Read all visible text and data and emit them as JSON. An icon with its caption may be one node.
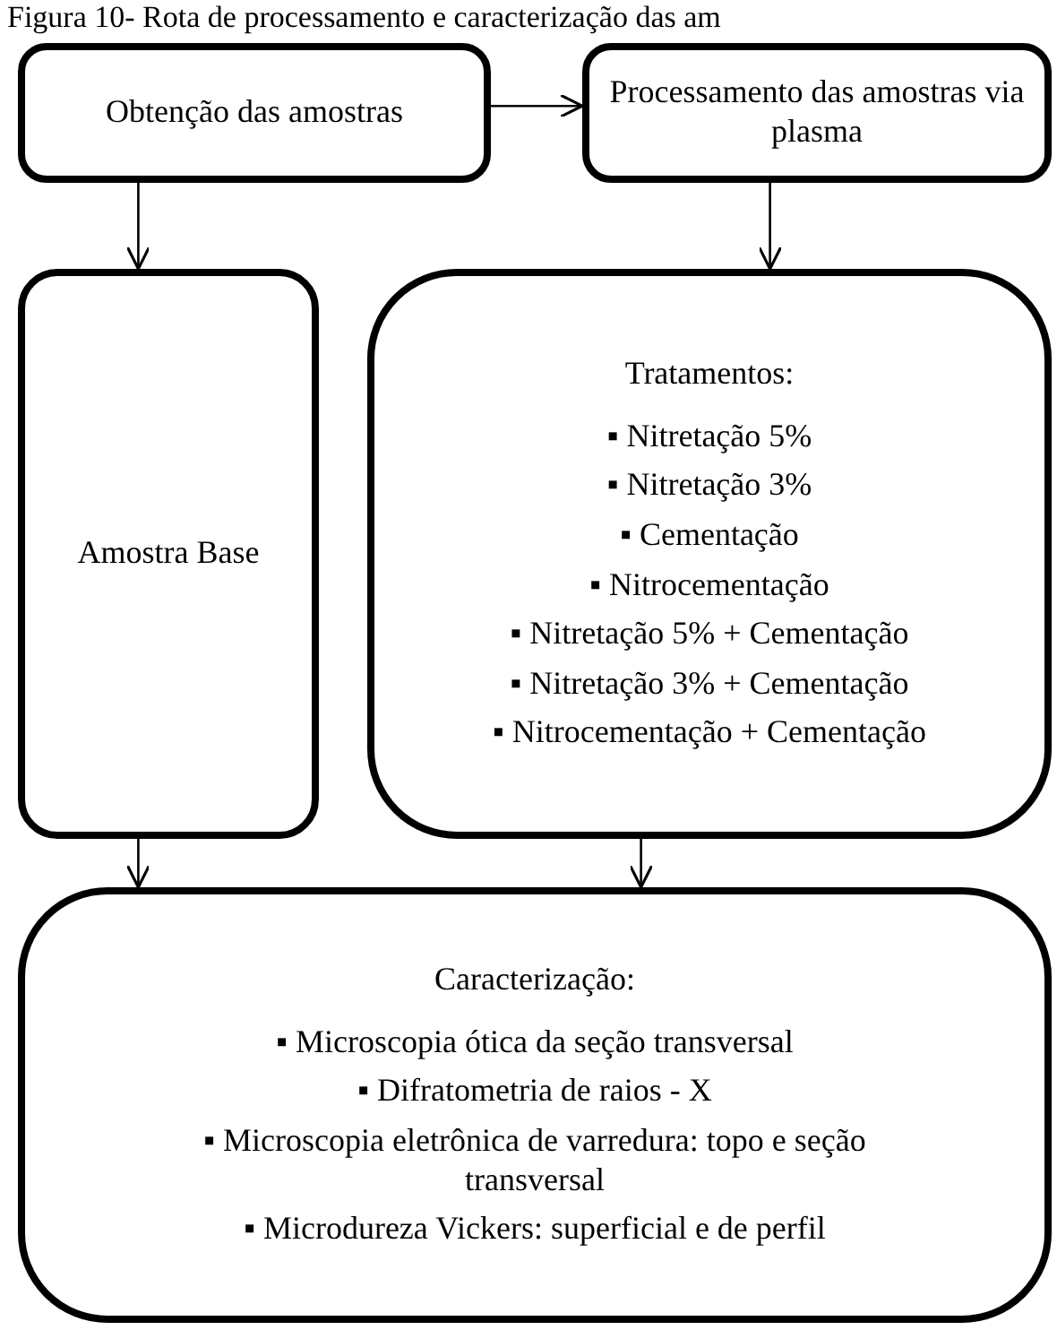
{
  "diagram": {
    "title": "Figura 10- Rota de processamento e caracterização das am",
    "nodes": [
      {
        "text": [
          "Obtenção das amostras"
        ]
      },
      {
        "text": [
          "Processamento das amostras via plasma"
        ]
      },
      {
        "text": [
          "Amostra Base"
        ]
      },
      {
        "text": [
          "Tratamentos:",
          "▪ Nitretação 5%",
          "▪ Nitretação 3%",
          "▪ Cementação",
          "▪ Nitrocementação",
          "▪ Nitretação 5% + Cementação",
          "▪ Nitretação 3% + Cementação",
          "▪ Nitrocementação + Cementação"
        ]
      },
      {
        "text": [
          "Caracterização:",
          "▪ Microscopia ótica da seção transversal",
          "▪ Difratometria de raios - X",
          "▪ Microscopia eletrônica de varredura: topo e seção transversal",
          "▪ Microdureza Vickers: superficial e de perfil"
        ]
      }
    ],
    "edges": [
      {
        "from": 0,
        "to": 1,
        "arrow": "to"
      },
      {
        "from": 0,
        "to": 2,
        "arrow": "to"
      },
      {
        "from": 1,
        "to": 3,
        "arrow": "to"
      },
      {
        "from": 2,
        "to": 4,
        "arrow": "to"
      },
      {
        "from": 3,
        "to": 4,
        "arrow": "to"
      }
    ]
  }
}
